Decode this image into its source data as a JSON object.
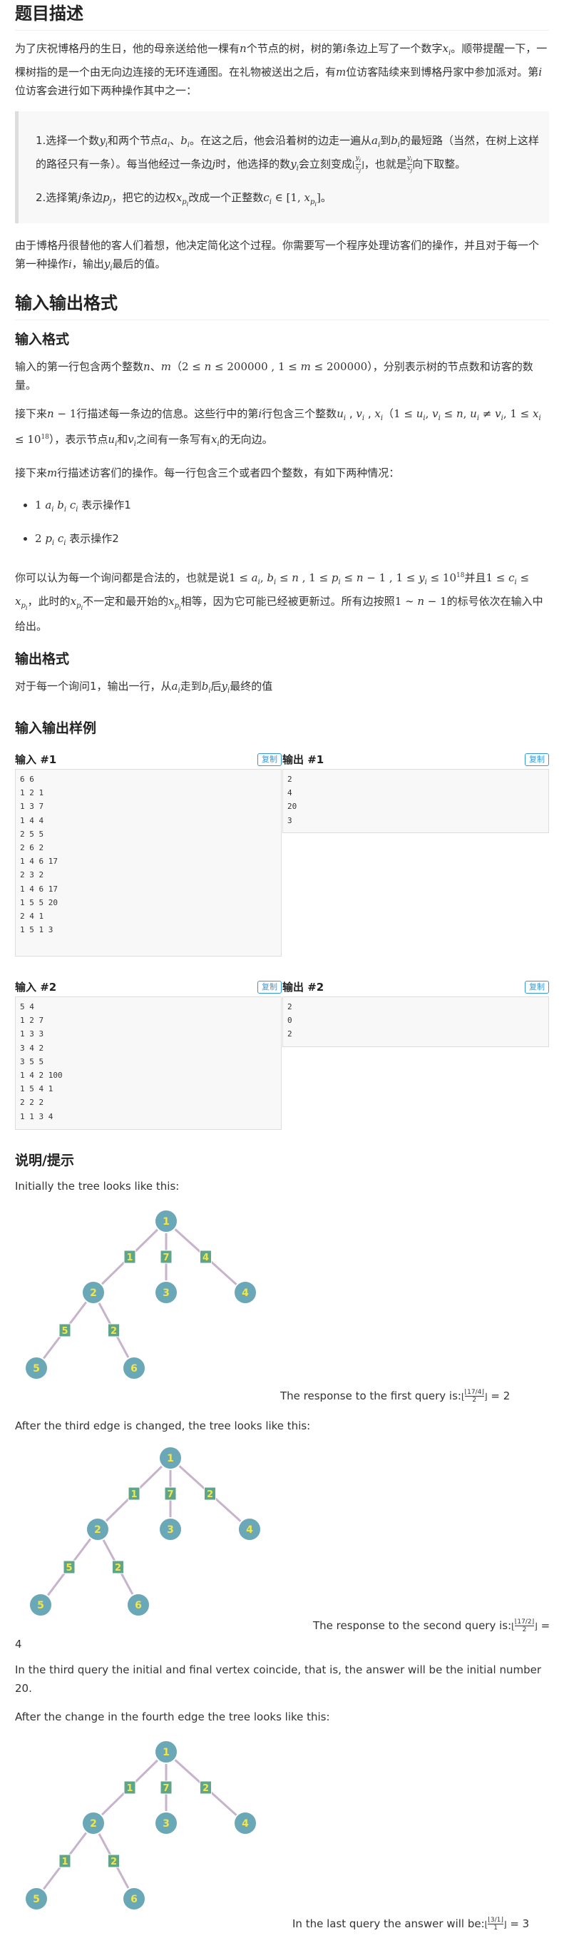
{
  "title": "题目描述",
  "desc": {
    "p1a": "为了庆祝博格丹的生日，他的母亲送给他一棵有",
    "p1_n": "n",
    "p1b": "个节点的树，树的第",
    "p1_i": "i",
    "p1c": "条边上写了一个数字",
    "p1_xi": "x",
    "p1d": "。顺带提醒一下，一棵树指的是一个由无向边连接的无环连通图。在礼物被送出之后，有",
    "p1_m": "m",
    "p1e": "位访客陆续来到博格丹家中参加派对。第",
    "p1_i2": "i",
    "p1f": "位访客会进行如下两种操作其中之一：",
    "op1a": "1.选择一个数",
    "op1b": "和两个节点",
    "op1c": "。在这之后，他会沿着树的边走一遍从",
    "op1d": "到",
    "op1e": "的最短路（当然，在树上这样的路径只有一条）。每当他经过一条边",
    "op1f": "时，他选择的数",
    "op1g": "会立刻变成",
    "op1h": "，也就是",
    "op1i": "向下取整。",
    "op2a": "2.选择第",
    "op2b": "条边",
    "op2c": "，把它的边权",
    "op2d": "改成一个正整数",
    "op2e": "。",
    "p2a": "由于博格丹很替他的客人们着想，他决定简化这个过程。你需要写一个程序处理访客们的操作，并且对于每一个第一种操作",
    "p2b": "，输出",
    "p2c": "最后的值。"
  },
  "io_title": "输入输出格式",
  "input_format": {
    "title": "输入格式",
    "p1a": "输入的第一行包含两个整数",
    "p1b": "（",
    "p1c": "），分别表示树的节点数和访客的数量。",
    "p2a": "接下来",
    "p2b": "行描述每一条边的信息。这些行中的第",
    "p2c": "行包含三个整数",
    "p2d": "（",
    "p2e": "），表示节点",
    "p2f": "和",
    "p2g": "之间有一条写有",
    "p2h": "的无向边。",
    "p3a": "接下来",
    "p3b": "行描述访客们的操作。每一行包含三个或者四个整数，有如下两种情况：",
    "li1": "表示操作1",
    "li2": "表示操作2",
    "p4a": "你可以认为每一个询问都是合法的，也就是说",
    "p4b": "并且",
    "p4c": "，此时的",
    "p4d": "不一定和最开始的",
    "p4e": "相等，因为它可能已经被更新过。所有边按照",
    "p4f": "的标号依次在输入中给出。"
  },
  "output_format": {
    "title": "输出格式",
    "p1a": "对于每一个询问1，输出一行，从",
    "p1b": "走到",
    "p1c": "后",
    "p1d": "最终的值"
  },
  "samples_title": "输入输出样例",
  "copy_label": "复制",
  "samples": [
    {
      "in_label": "输入 #1",
      "out_label": "输出 #1",
      "input": [
        "6 6",
        "1 2 1",
        "1 3 7",
        "1 4 4",
        "2 5 5",
        "2 6 2",
        "1 4 6 17",
        "2 3 2",
        "1 4 6 17",
        "1 5 5 20",
        "2 4 1",
        "1 5 1 3"
      ],
      "output": [
        "2",
        "4",
        "20",
        "3"
      ]
    },
    {
      "in_label": "输入 #2",
      "out_label": "输出 #2",
      "input": [
        "5 4",
        "1 2 7",
        "1 3 3",
        "3 4 2",
        "3 5 5",
        "1 4 2 100",
        "1 5 4 1",
        "2 2 2",
        "1 1 3 4"
      ],
      "output": [
        "2",
        "0",
        "2"
      ]
    }
  ],
  "hint": {
    "title": "说明/提示",
    "t1": "Initially the tree looks like this:",
    "r1a": "The response to the first query is:",
    "r1b": "= 2",
    "t2": "After the third edge is changed, the tree looks like this:",
    "r2a": "The response to the second query is:",
    "r2b": "=",
    "r2c": "4",
    "t3": "In the third query the initial and final vertex coincide, that is, the answer will be the initial number 20.",
    "t4": "After the change in the fourth edge the tree looks like this:",
    "r4a": "In the last query the answer will be:",
    "r4b": "= 3"
  },
  "trees": [
    {
      "nodes": [
        "1",
        "2",
        "3",
        "4",
        "5",
        "6"
      ],
      "edges": [
        "1",
        "7",
        "4",
        "5",
        "2"
      ]
    },
    {
      "nodes": [
        "1",
        "2",
        "3",
        "4",
        "5",
        "6"
      ],
      "edges": [
        "1",
        "7",
        "2",
        "5",
        "2"
      ]
    },
    {
      "nodes": [
        "1",
        "2",
        "3",
        "4",
        "5",
        "6"
      ],
      "edges": [
        "1",
        "7",
        "2",
        "1",
        "2"
      ]
    }
  ],
  "colors": {
    "node": "#6aa8b8",
    "node_text": "#f2e64b",
    "edge": "#c7b3cc",
    "edge_label_bg": "#5fa58a",
    "edge_label_text": "#f2e64b"
  }
}
